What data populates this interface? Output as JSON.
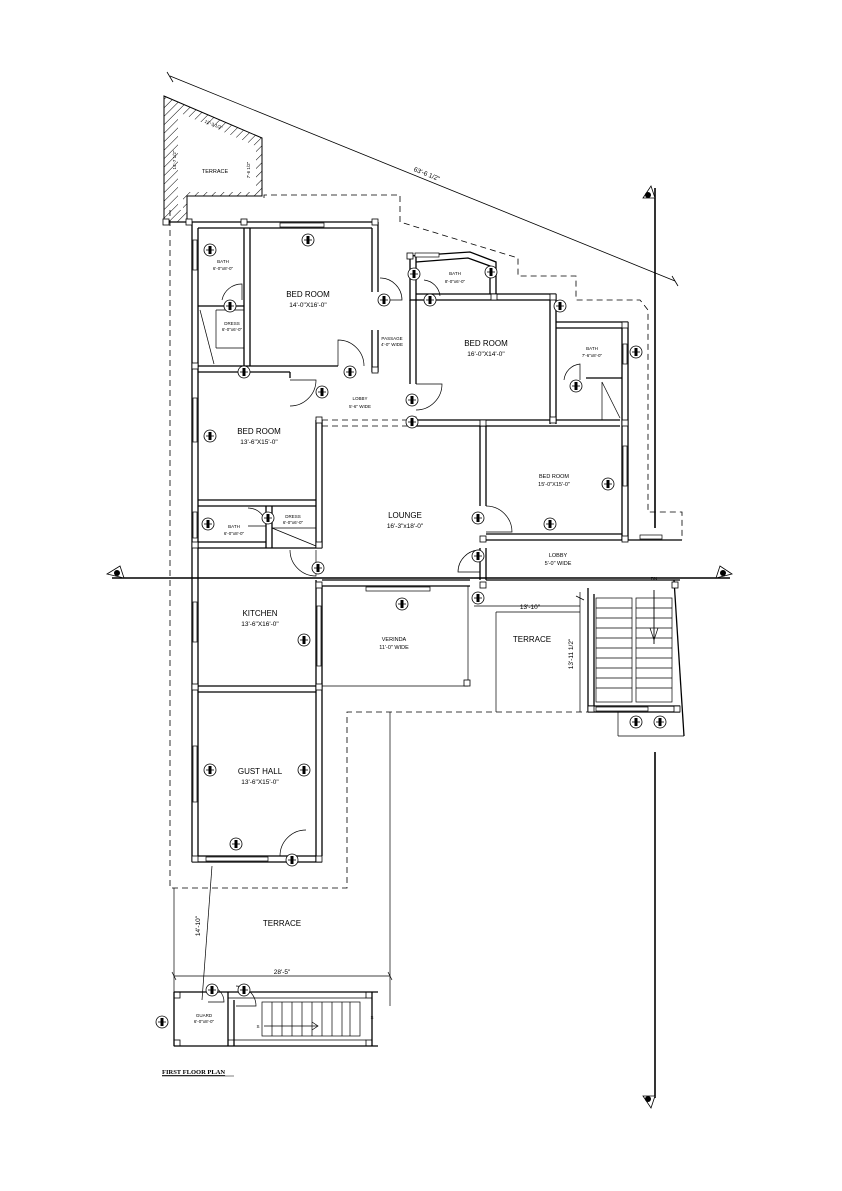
{
  "title": "FIRST FLOOR PLAN",
  "rooms": {
    "terrace_top": "TERRACE",
    "bath_nw": {
      "name": "BATH",
      "size": "6'-0\"x8'-0\""
    },
    "dress_nw": {
      "name": "DRESS",
      "size": "6'-0\"x6'-0\""
    },
    "bed1": {
      "name": "BED ROOM",
      "size": "14'-0\"X16'-0\""
    },
    "passage": {
      "name": "PASSAGE",
      "size": "4'-0\" WIDE"
    },
    "bath_n": {
      "name": "BATH",
      "size": "8'-0\"x6'-0\""
    },
    "bed2": {
      "name": "BED ROOM",
      "size": "16'-0\"X14'-0\""
    },
    "bath_ne": {
      "name": "BATH",
      "size": "7'-6\"x8'-0\""
    },
    "lobby1": {
      "name": "LOBBY",
      "size": "5'-6\" WIDE"
    },
    "bed3": {
      "name": "BED ROOM",
      "size": "13'-6\"X15'-0\""
    },
    "bath_w": {
      "name": "BATH",
      "size": "6'-0\"x8'-0\""
    },
    "dress_w": {
      "name": "DRESS",
      "size": "6'-0\"x6'-0\""
    },
    "lounge": {
      "name": "LOUNGE",
      "size": "16'-3\"x18'-0\""
    },
    "bed4": {
      "name": "BED ROOM",
      "size": "15'-0\"X15'-0\""
    },
    "lobby2": {
      "name": "LOBBY",
      "size": "5'-0\" WIDE"
    },
    "kitchen": {
      "name": "KITCHEN",
      "size": "13'-6\"X16'-0\""
    },
    "verinda": {
      "name": "VERINDA",
      "size": "11'-0\" WIDE"
    },
    "terrace_mid": "TERRACE",
    "gust_hall": {
      "name": "GUST HALL",
      "size": "13'-6\"X15'-0\""
    },
    "terrace_bottom": "TERRACE",
    "guard": {
      "name": "GUARD",
      "size": "6'-0\"x8'-0\""
    }
  },
  "dimensions": {
    "top_diag": "63'-6 1/2\"",
    "terrace_top_w": "12'-3 1/2\"",
    "terrace_top_h1": "14'-7 1/2\"",
    "terrace_top_h2": "7'-6 1/2\"",
    "terrace_mid_w": "13'-10\"",
    "terrace_mid_h": "13'-11 1/2\"",
    "bottom_w": "28'-5\"",
    "left_v": "14'-10\""
  },
  "markers": {
    "up_main": "DN",
    "up_small": "S",
    "up_right": "S"
  }
}
